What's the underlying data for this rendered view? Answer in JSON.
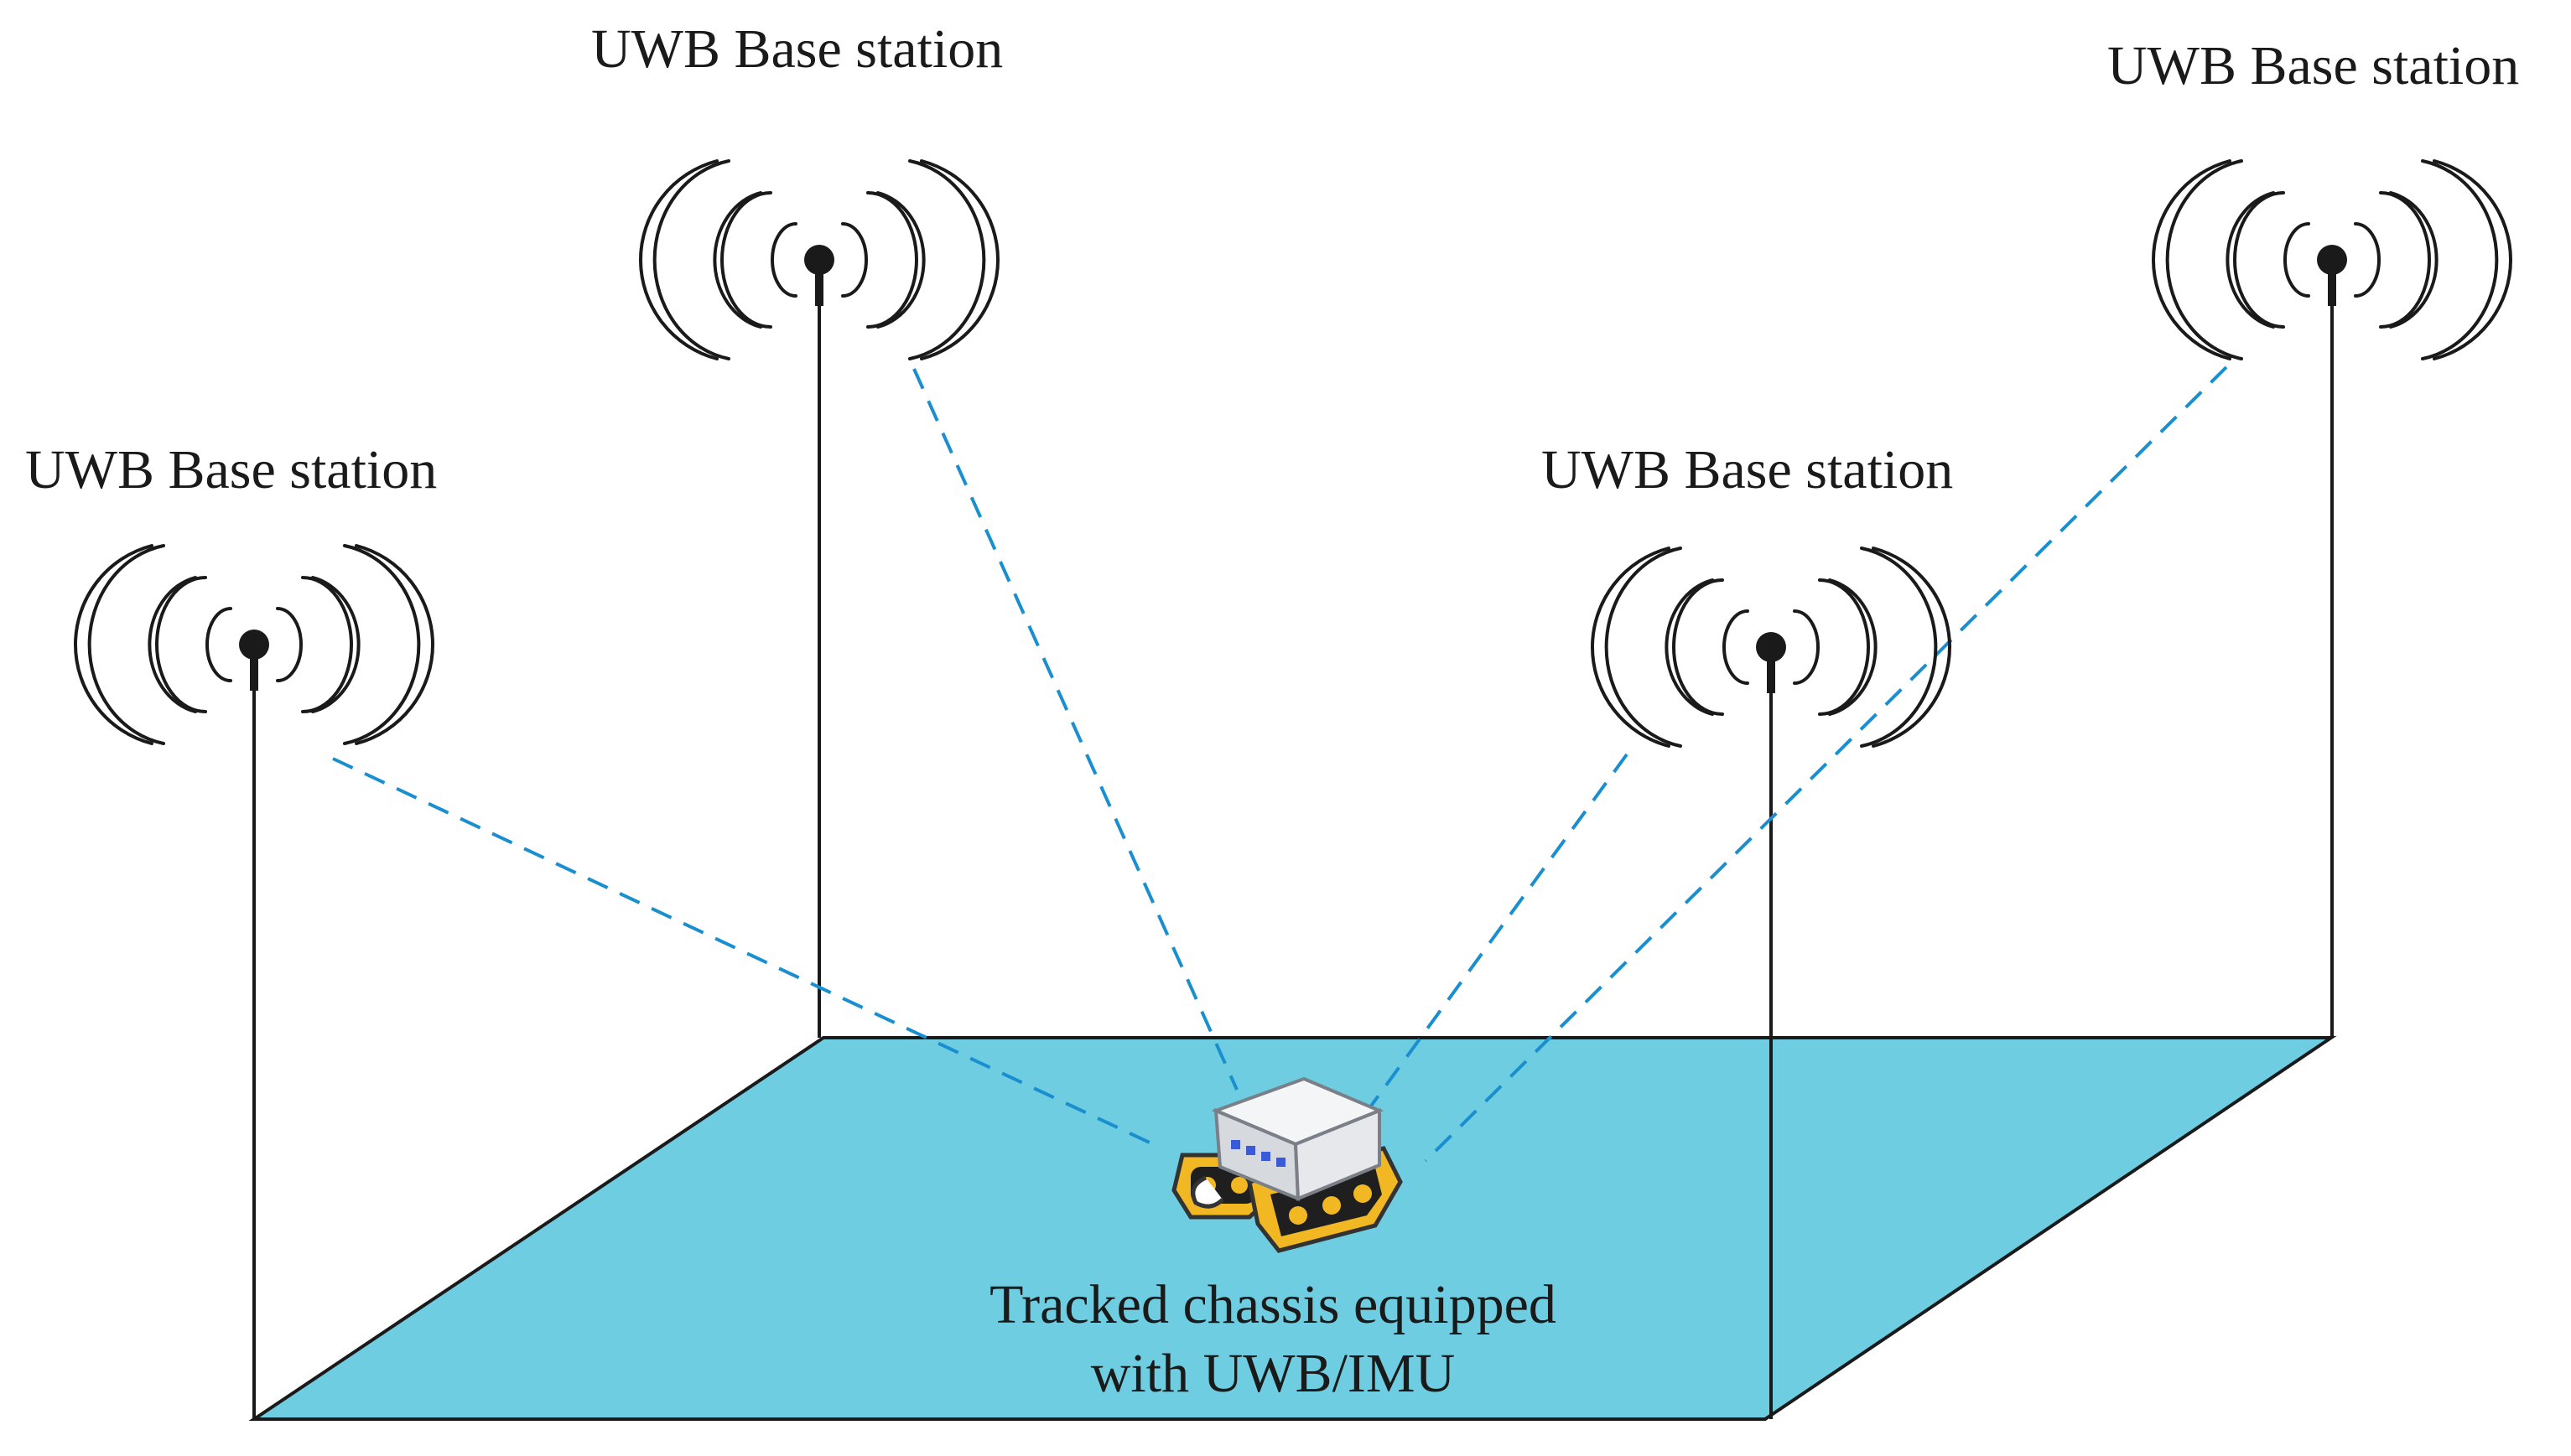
{
  "stations": [
    {
      "id": "left",
      "label": "UWB Base station"
    },
    {
      "id": "back-left",
      "label": "UWB Base station"
    },
    {
      "id": "front-right",
      "label": "UWB Base station"
    },
    {
      "id": "back-right",
      "label": "UWB Base station"
    }
  ],
  "vehicle": {
    "label_line1": "Tracked chassis equipped",
    "label_line2": "with UWB/IMU"
  },
  "colors": {
    "floor": "#6ecde0",
    "signal": "#1a8fd0",
    "track": "#f2b823",
    "body": "#e6e8ec"
  }
}
